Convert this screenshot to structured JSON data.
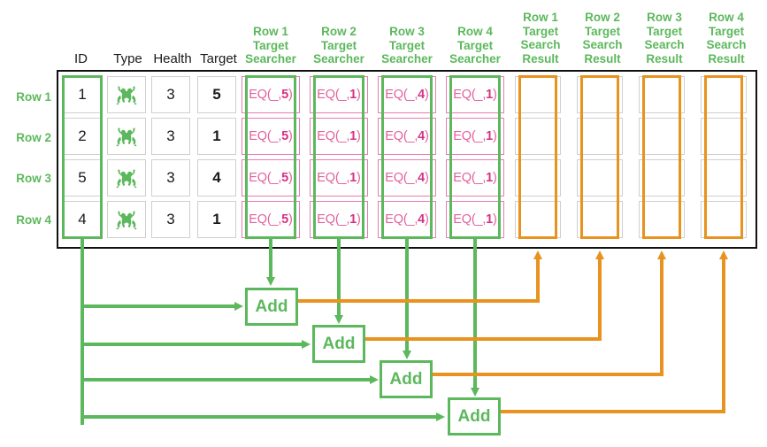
{
  "palette": {
    "green": "#5cb85c",
    "orange": "#e8921f",
    "pink": "#e2609e",
    "pink_border": "#e87bb4",
    "black": "#111111",
    "cell_border": "#cfcfcf"
  },
  "table": {
    "row_labels": [
      "Row 1",
      "Row 2",
      "Row 3",
      "Row 4"
    ],
    "headers": [
      {
        "label": "ID",
        "style": "plain",
        "name": "header-id"
      },
      {
        "label": "Type",
        "style": "plain",
        "name": "header-type"
      },
      {
        "label": "Health",
        "style": "plain",
        "name": "header-health"
      },
      {
        "label": "Target",
        "style": "plain",
        "name": "header-target"
      },
      {
        "label": "Row 1\nTarget\nSearcher",
        "style": "green",
        "name": "header-row1-target-searcher"
      },
      {
        "label": "Row 2\nTarget\nSearcher",
        "style": "green",
        "name": "header-row2-target-searcher"
      },
      {
        "label": "Row 3\nTarget\nSearcher",
        "style": "green",
        "name": "header-row3-target-searcher"
      },
      {
        "label": "Row 4\nTarget\nSearcher",
        "style": "green",
        "name": "header-row4-target-searcher"
      },
      {
        "label": "Row 1\nTarget\nSearch\nResult",
        "style": "green",
        "name": "header-row1-target-search-result"
      },
      {
        "label": "Row 2\nTarget\nSearch\nResult",
        "style": "green",
        "name": "header-row2-target-search-result"
      },
      {
        "label": "Row 3\nTarget\nSearch\nResult",
        "style": "green",
        "name": "header-row3-target-search-result"
      },
      {
        "label": "Row 4\nTarget\nSearch\nResult",
        "style": "green",
        "name": "header-row4-target-search-result"
      }
    ],
    "rows": [
      {
        "id": "1",
        "type": "frog-icon",
        "health": "3",
        "target": "5",
        "searchers": [
          "EQ(_,5)",
          "EQ(_,1)",
          "EQ(_,4)",
          "EQ(_,1)"
        ],
        "results": [
          "",
          "",
          "",
          ""
        ]
      },
      {
        "id": "2",
        "type": "frog-icon",
        "health": "3",
        "target": "1",
        "searchers": [
          "EQ(_,5)",
          "EQ(_,1)",
          "EQ(_,4)",
          "EQ(_,1)"
        ],
        "results": [
          "",
          "",
          "",
          ""
        ]
      },
      {
        "id": "5",
        "type": "frog-icon",
        "health": "3",
        "target": "4",
        "searchers": [
          "EQ(_,5)",
          "EQ(_,1)",
          "EQ(_,4)",
          "EQ(_,1)"
        ],
        "results": [
          "",
          "",
          "",
          ""
        ]
      },
      {
        "id": "4",
        "type": "frog-icon",
        "health": "3",
        "target": "1",
        "searchers": [
          "EQ(_,5)",
          "EQ(_,1)",
          "EQ(_,4)",
          "EQ(_,1)"
        ],
        "results": [
          "",
          "",
          "",
          ""
        ]
      }
    ],
    "searcher_predicate_prefix": "EQ(_,",
    "searcher_predicate_suffix": ")",
    "searcher_values": [
      "5",
      "1",
      "4",
      "1"
    ]
  },
  "dataflow": {
    "add_nodes": [
      {
        "label": "Add",
        "name": "add-node-1"
      },
      {
        "label": "Add",
        "name": "add-node-2"
      },
      {
        "label": "Add",
        "name": "add-node-3"
      },
      {
        "label": "Add",
        "name": "add-node-4"
      }
    ],
    "green_source_column": "ID",
    "orange_target_columns": [
      "Row 1 Target Search Result",
      "Row 2 Target Search Result",
      "Row 3 Target Search Result",
      "Row 4 Target Search Result"
    ]
  }
}
